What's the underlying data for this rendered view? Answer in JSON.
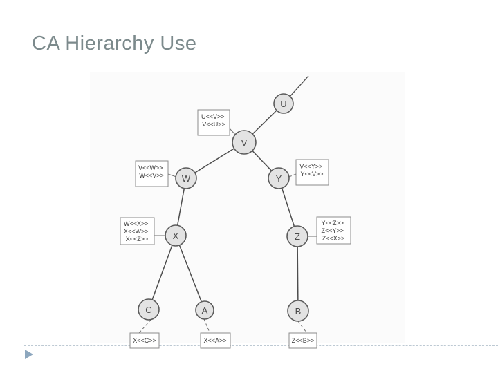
{
  "title": "CA Hierarchy Use",
  "diagram": {
    "nodes": {
      "u": "U",
      "v": "V",
      "w": "W",
      "y": "Y",
      "x": "X",
      "z": "Z",
      "c": "C",
      "a": "A",
      "b": "B"
    },
    "edges": [
      "U-V",
      "V-W",
      "V-Y",
      "W-X",
      "Y-Z",
      "X-C",
      "X-A",
      "Z-B"
    ],
    "boxes": {
      "v": {
        "lines": [
          "U<<V>>",
          "V<<U>>"
        ]
      },
      "w": {
        "lines": [
          "V<<W>>",
          "W<<V>>"
        ]
      },
      "y": {
        "lines": [
          "V<<Y>>",
          "Y<<V>>"
        ]
      },
      "x": {
        "lines": [
          "W<<X>>",
          "X<<W>>",
          "X<<Z>>"
        ]
      },
      "z": {
        "lines": [
          "Y<<Z>>",
          "Z<<Y>>",
          "Z<<X>>"
        ]
      },
      "c": {
        "lines": [
          "X<<C>>"
        ]
      },
      "a": {
        "lines": [
          "X<<A>>"
        ]
      },
      "b": {
        "lines": [
          "Z<<B>>"
        ]
      }
    },
    "colors": {
      "node_fill": "#e3e3e3",
      "node_stroke": "#5b5b5b",
      "edge": "#4d4d4d",
      "box_border": "#8b8b8b",
      "box_text": "#3a3a3a"
    }
  },
  "chrome": {
    "title_color": "#7c8a8c",
    "title_divider_color": "#a8b3b3",
    "footer_divider_color": "#bdc9d3",
    "nav_triangle_color": "#8da7be",
    "nav_icon": "play-triangle"
  }
}
